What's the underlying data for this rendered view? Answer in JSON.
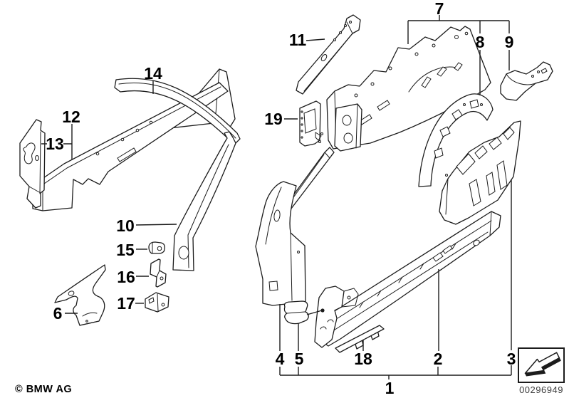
{
  "diagram": {
    "callouts": {
      "c1": "1",
      "c2": "2",
      "c3": "3",
      "c4": "4",
      "c5": "5",
      "c6": "6",
      "c7": "7",
      "c8": "8",
      "c9": "9",
      "c10": "10",
      "c11": "11",
      "c12": "12",
      "c13": "13",
      "c14": "14",
      "c15": "15",
      "c16": "16",
      "c17": "17",
      "c18": "18",
      "c19": "19"
    }
  },
  "footer": {
    "copyright": "© BMW AG"
  },
  "stamp": {
    "image_number": "00296949",
    "icon": "direction-arrow-icon"
  },
  "colors": {
    "line": "#1c1c1c",
    "background": "#ffffff",
    "callout_text": "#000000",
    "stamp_text": "#3d3d3d"
  }
}
